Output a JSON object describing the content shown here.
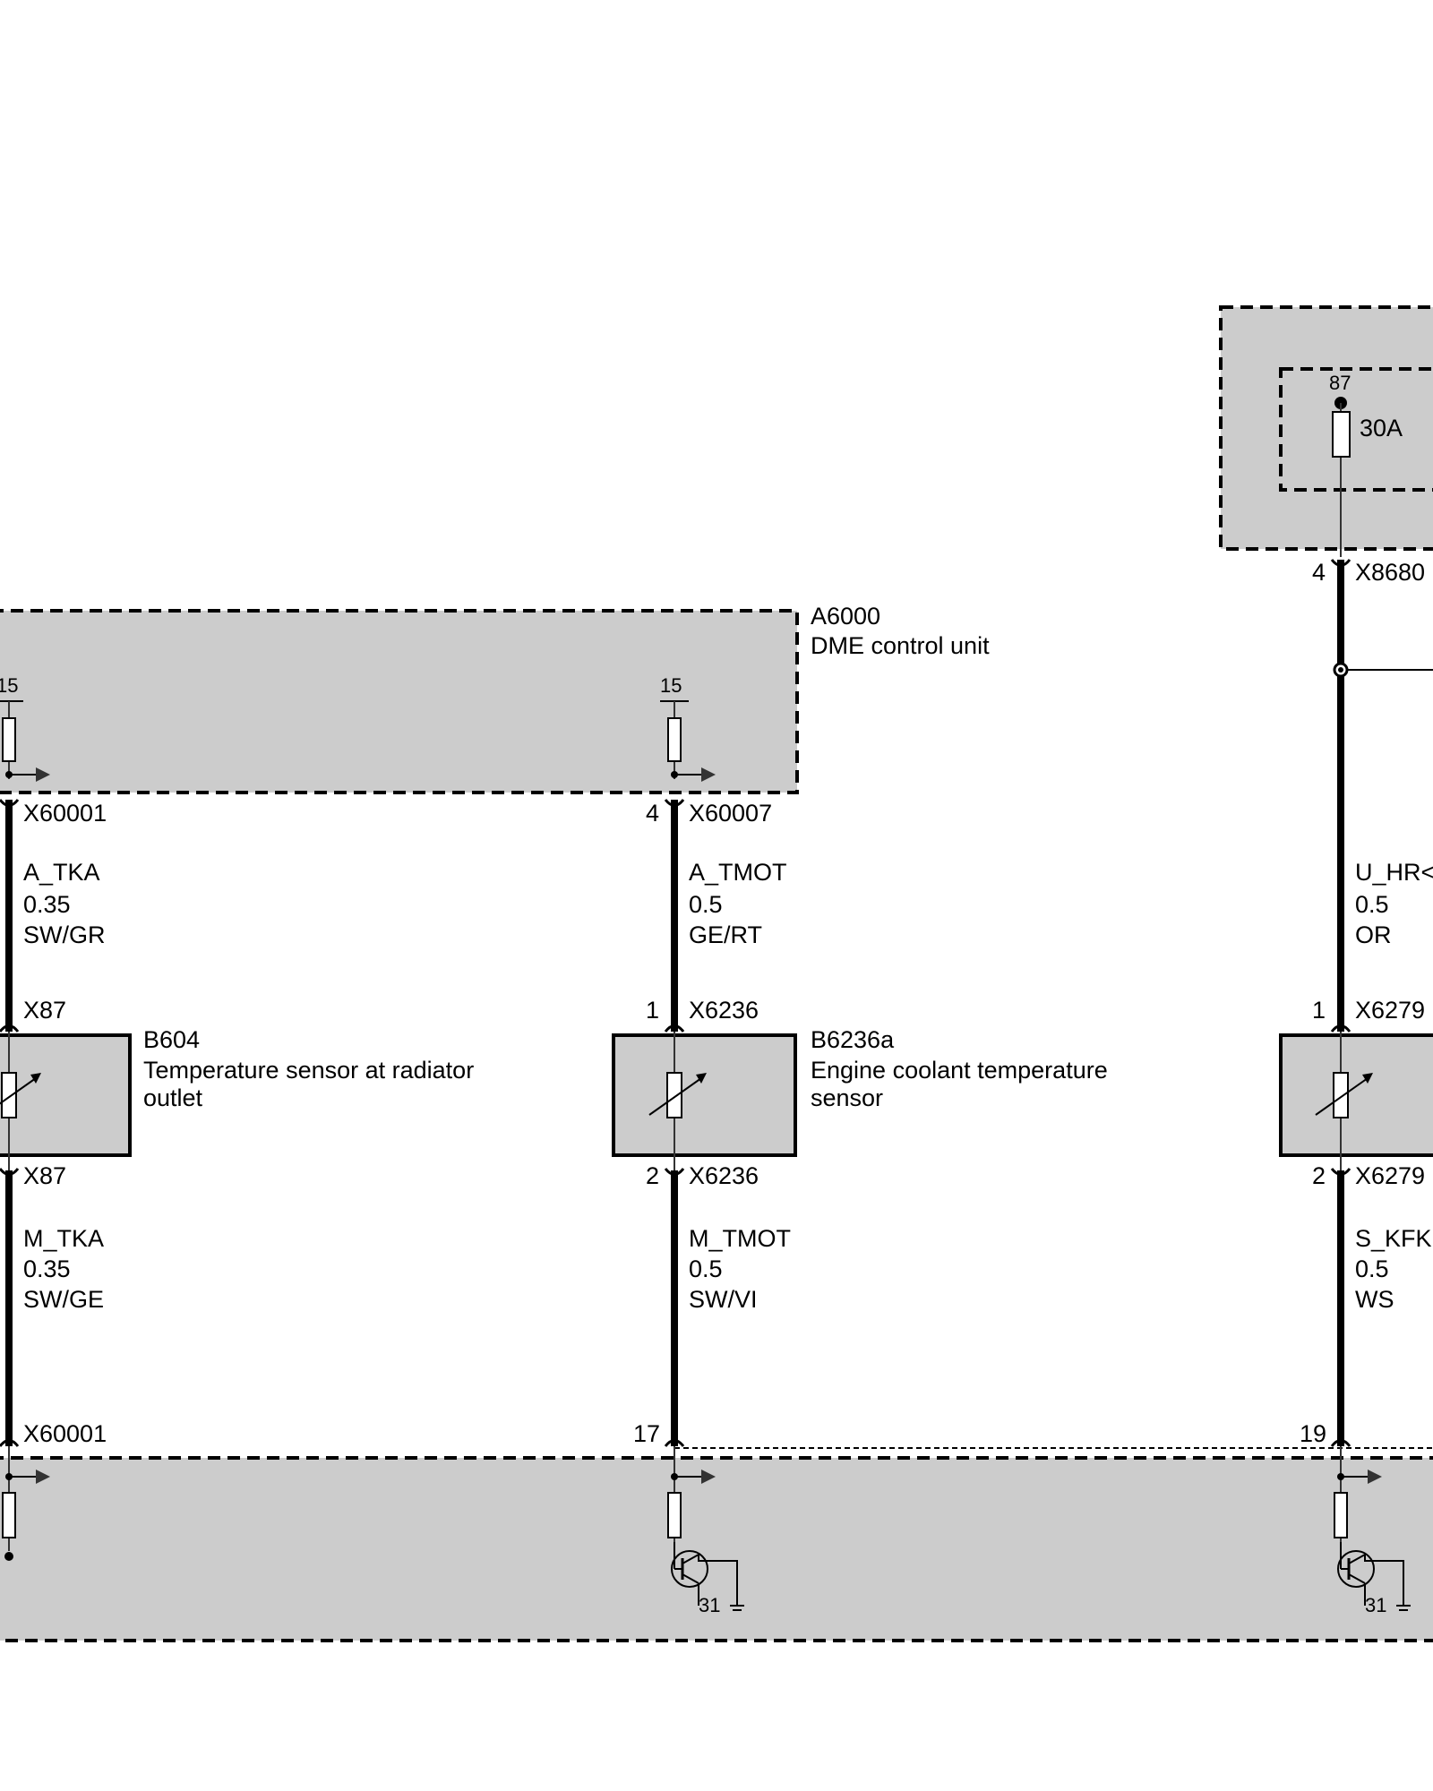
{
  "relay_box": {
    "pin": "87",
    "fuse_rating": "30A",
    "connector": "X8680",
    "connector_pin": "4"
  },
  "dme": {
    "id": "A6000",
    "name": "DME control unit",
    "upper_pin_left": "15",
    "upper_pin_mid": "15",
    "ground_left": "31",
    "ground_right": "31"
  },
  "wires": [
    {
      "top_connector": "X60001",
      "top_pin": "",
      "signal": "A_TKA",
      "gauge": "0.35",
      "color": "SW/GR",
      "sensor_top_connector": "X87",
      "sensor_top_pin": "",
      "sensor_bottom_connector": "X87",
      "sensor_bottom_pin": "",
      "return_signal": "M_TKA",
      "return_gauge": "0.35",
      "return_color": "SW/GE",
      "bottom_connector": "X60001",
      "bottom_pin": ""
    },
    {
      "top_connector": "X60007",
      "top_pin": "4",
      "signal": "A_TMOT",
      "gauge": "0.5",
      "color": "GE/RT",
      "sensor_top_connector": "X6236",
      "sensor_top_pin": "1",
      "sensor_bottom_connector": "X6236",
      "sensor_bottom_pin": "2",
      "return_signal": "M_TMOT",
      "return_gauge": "0.5",
      "return_color": "SW/VI",
      "bottom_connector": "",
      "bottom_pin": "17"
    },
    {
      "top_connector": "",
      "top_pin": "",
      "signal": "U_HR<",
      "gauge": "0.5",
      "color": "OR",
      "sensor_top_connector": "X6279",
      "sensor_top_pin": "1",
      "sensor_bottom_connector": "X6279",
      "sensor_bottom_pin": "2",
      "return_signal": "S_KFK",
      "return_gauge": "0.5",
      "return_color": "WS",
      "bottom_connector": "",
      "bottom_pin": "19"
    }
  ],
  "sensors": [
    {
      "id": "B604",
      "name_line1": "Temperature sensor at radiator",
      "name_line2": "outlet"
    },
    {
      "id": "B6236a",
      "name_line1": "Engine coolant temperature",
      "name_line2": "sensor"
    }
  ]
}
